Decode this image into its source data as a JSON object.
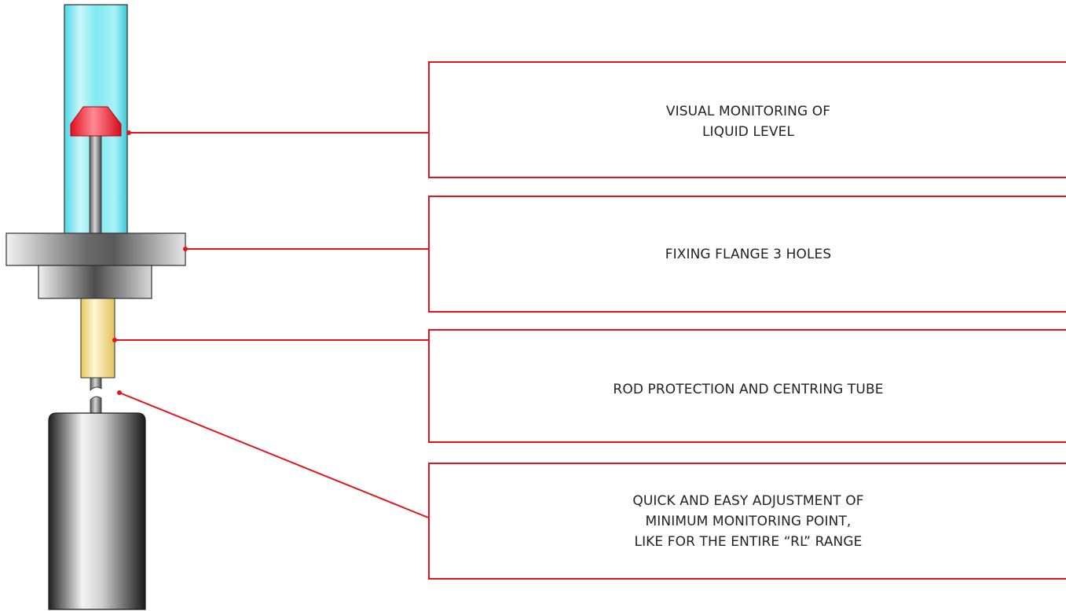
{
  "colors": {
    "accent_red": "#e3141c",
    "glass_cyan": "#7fe9f2",
    "float_red": "#ff3b4a",
    "tube_yellow": "#f6e7a6",
    "metal_dark": "#3a3a3a"
  },
  "callouts": [
    {
      "lines": [
        "VISUAL MONITORING OF",
        "LIQUID LEVEL"
      ]
    },
    {
      "lines": [
        "FIXING FLANGE 3 HOLES"
      ]
    },
    {
      "lines": [
        "ROD PROTECTION AND CENTRING TUBE"
      ]
    },
    {
      "lines": [
        "QUICK AND EASY ADJUSTMENT OF",
        "MINIMUM MONITORING POINT,",
        "LIKE FOR THE ENTIRE “RL” RANGE"
      ]
    }
  ]
}
